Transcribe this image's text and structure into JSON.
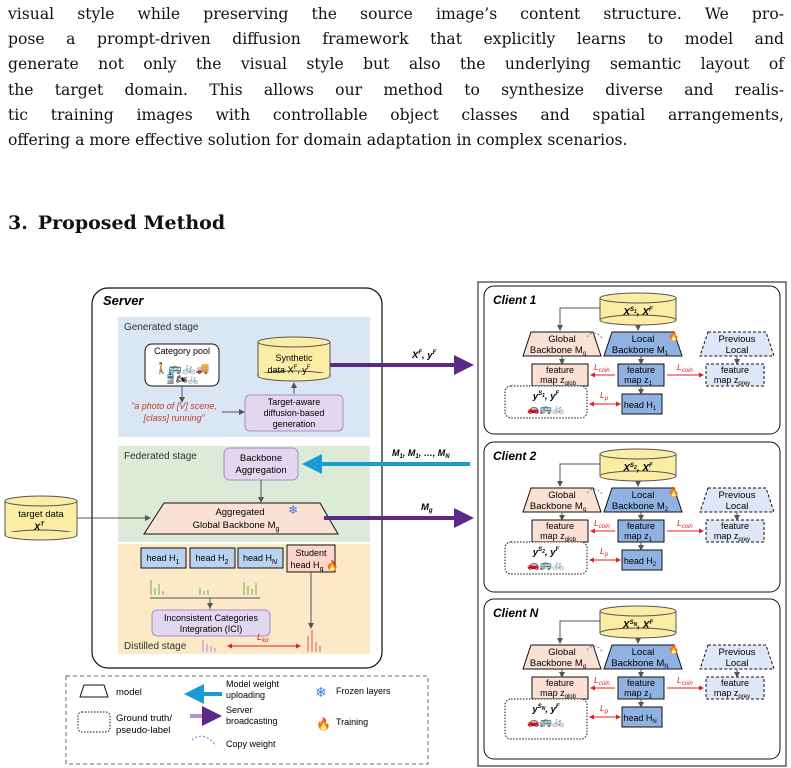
{
  "paragraph": {
    "lines": [
      "visual style while preserving the source image’s content structure. We pro-",
      "pose a prompt-driven diffusion framework that explicitly learns to model and",
      "generate not only the visual style but also the underlying semantic layout of",
      "the target domain. This allows our method to synthesize diverse and realis-",
      "tic training images with controllable object classes and spatial arrangements,",
      "offering a more effective solution for domain adaptation in complex scenarios."
    ]
  },
  "section": {
    "number": "3.",
    "title": "Proposed Method"
  },
  "figure": {
    "server": {
      "title": "Server",
      "generated_stage": "Generated stage",
      "category_pool": "Category pool",
      "synthetic_data": "Synthetic",
      "synthetic_data_2": "data X",
      "prompt_1": "“a photo of [V] scene,",
      "prompt_2": "[class] running”",
      "target_aware_1": "Target-aware",
      "target_aware_2": "diffusion-based",
      "target_aware_3": "generation",
      "federated_stage": "Federated stage",
      "backbone_agg_1": "Backbone",
      "backbone_agg_2": "Aggregation",
      "aggregated_1": "Aggregated",
      "aggregated_2": "Global Backbone M",
      "heads": [
        "head H",
        "head H",
        "head H"
      ],
      "head_subs": [
        "1",
        "2",
        "N"
      ],
      "student_1": "Student",
      "student_2": "head H",
      "ici_1": "Inconsistent Categories",
      "ici_2": "Integration (ICI)",
      "distilled_stage": "Distilled stage",
      "lkd": "L"
    },
    "target_data_1": "target data",
    "target_data_2": "X",
    "arrow_labels": {
      "xf_yf": "X",
      "weights": "M",
      "mg": "M"
    },
    "clients": [
      {
        "title": "Client 1",
        "sub": "1",
        "head_sub": "1",
        "local_sub": "1"
      },
      {
        "title": "Client 2",
        "sub": "2",
        "head_sub": "2",
        "local_sub": "2"
      },
      {
        "title": "Client N",
        "sub": "N",
        "head_sub": "N",
        "local_sub": "N"
      }
    ],
    "client_labels": {
      "global_1": "Global",
      "global_2": "Backbone M",
      "local_1": "Local",
      "local_2": "Backbone M",
      "prev_1": "Previous",
      "prev_2": "Local",
      "fm_glob_1": "feature",
      "fm_glob_2": "map z",
      "fm_1": "feature",
      "fm_2": "map z",
      "fm_prev_1": "feature",
      "fm_prev_2": "map z",
      "head": "head H",
      "lcoin": "L",
      "lp": "L"
    },
    "legend": {
      "model": "model",
      "gt": "Ground truth/",
      "gt2": "pseudo-label",
      "upload_1": "Model weight",
      "upload_2": "uploading",
      "broadcast_1": "Server",
      "broadcast_2": "broadcasting",
      "copy": "Copy weight",
      "frozen": "Frozen layers",
      "training": "Training"
    }
  }
}
